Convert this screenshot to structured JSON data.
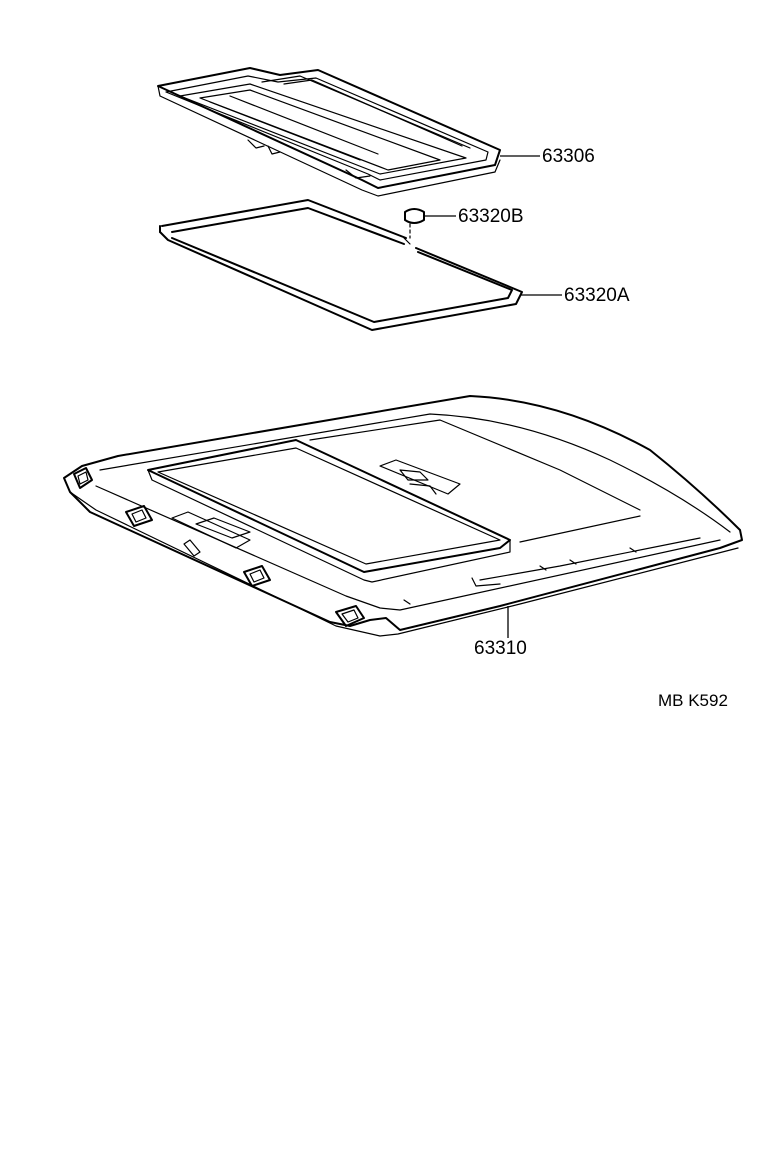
{
  "parts": {
    "sunshade": "63306",
    "weatherstrip_clip": "63320B",
    "weatherstrip": "63320A",
    "headlining": "63310"
  },
  "diagram_code": "MB K592"
}
